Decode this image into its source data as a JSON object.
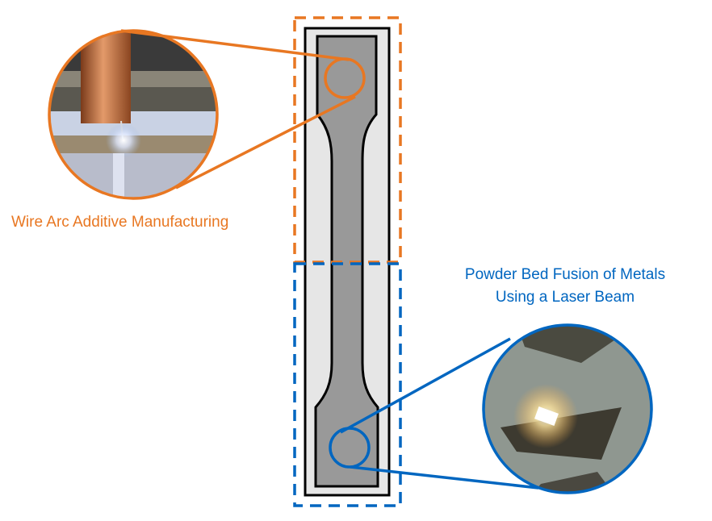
{
  "colors": {
    "orange": "#E87722",
    "blue": "#0066C0",
    "specimen_fill": "#999999",
    "frame_fill": "#E6E6E6"
  },
  "labels": {
    "waam": "Wire Arc Additive Manufacturing",
    "pbf_line1": "Powder Bed Fusion of Metals",
    "pbf_line2": "Using a Laser Beam"
  }
}
